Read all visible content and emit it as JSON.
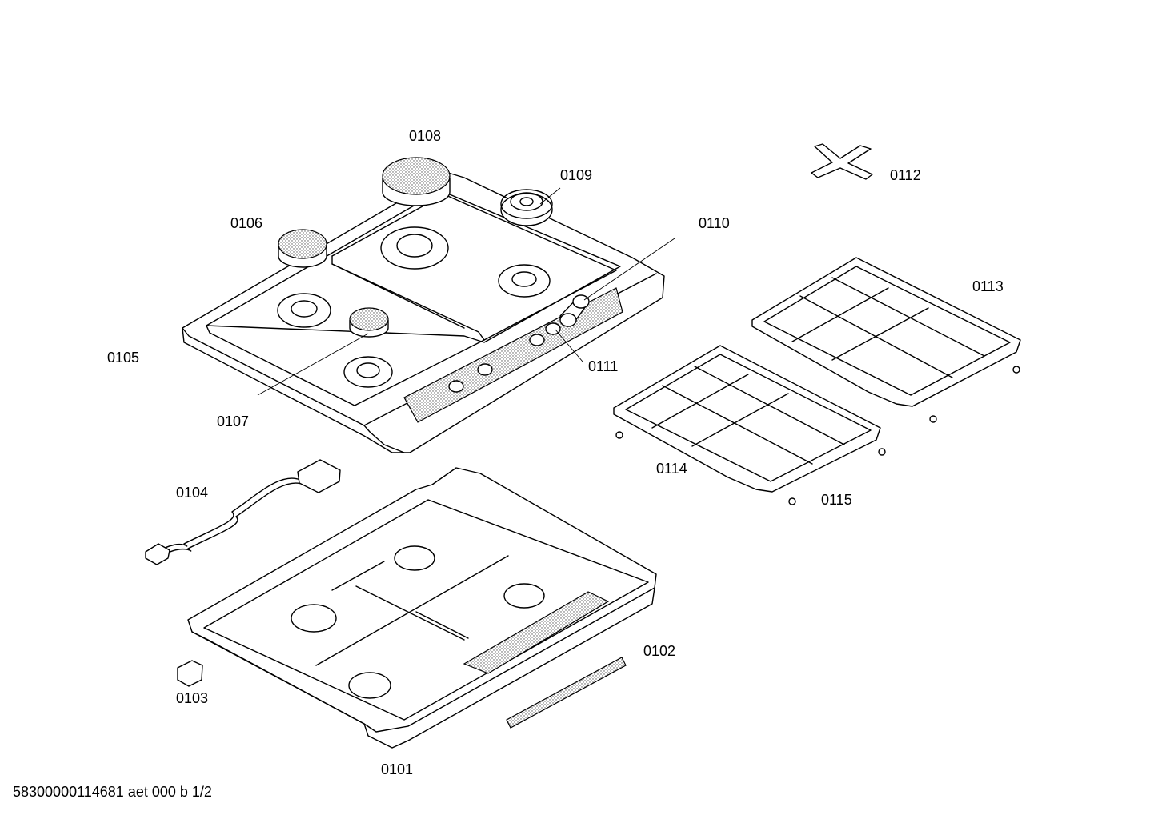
{
  "labels": {
    "p0101": "0101",
    "p0102": "0102",
    "p0103": "0103",
    "p0104": "0104",
    "p0105": "0105",
    "p0106": "0106",
    "p0107": "0107",
    "p0108": "0108",
    "p0109": "0109",
    "p0110": "0110",
    "p0111": "0111",
    "p0112": "0112",
    "p0113": "0113",
    "p0114": "0114",
    "p0115": "0115"
  },
  "footer": {
    "code": "58300000114681 aet 000 b 1/2"
  }
}
